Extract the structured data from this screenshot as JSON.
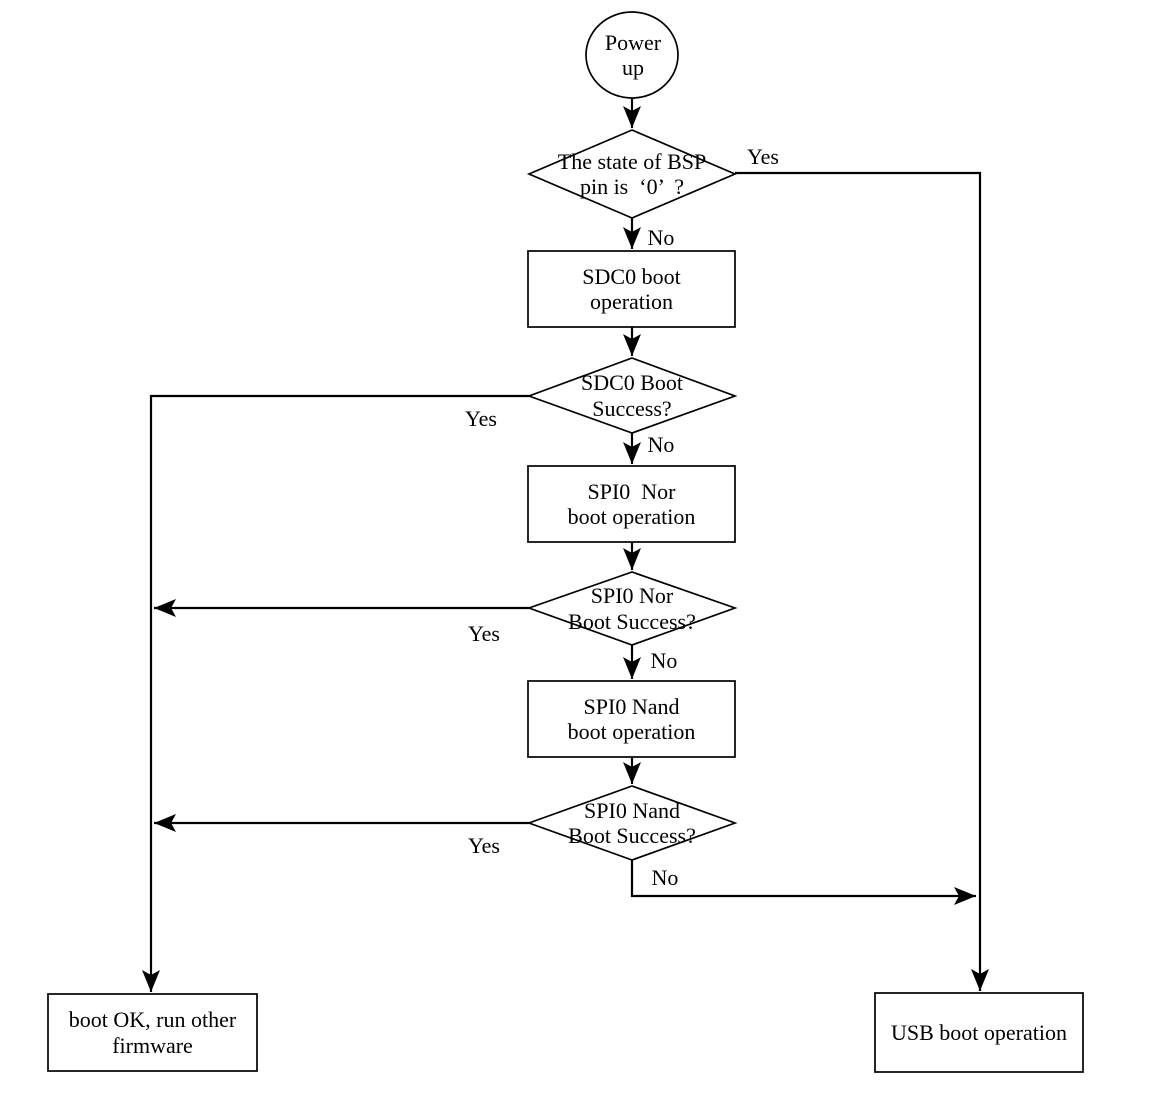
{
  "colors": {
    "background": "#ffffff",
    "line": "#000000",
    "text": "#000000"
  },
  "flowchart": {
    "nodes": [
      {
        "id": "power-up",
        "type": "start",
        "lines": [
          "Power",
          "up"
        ]
      },
      {
        "id": "bsp-pin-decision",
        "type": "decision",
        "lines": [
          "The state of BSP",
          "pin is  ‘0’  ?"
        ]
      },
      {
        "id": "sdc0-boot",
        "type": "process",
        "lines": [
          "SDC0 boot",
          "operation"
        ]
      },
      {
        "id": "sdc0-success",
        "type": "decision",
        "lines": [
          "SDC0 Boot",
          "Success?"
        ]
      },
      {
        "id": "spi0-nor-boot",
        "type": "process",
        "lines": [
          "SPI0  Nor",
          "boot operation"
        ]
      },
      {
        "id": "spi0-nor-success",
        "type": "decision",
        "lines": [
          "SPI0 Nor",
          "Boot Success?"
        ]
      },
      {
        "id": "spi0-nand-boot",
        "type": "process",
        "lines": [
          "SPI0 Nand",
          "boot operation"
        ]
      },
      {
        "id": "spi0-nand-success",
        "type": "decision",
        "lines": [
          "SPI0 Nand",
          "Boot Success?"
        ]
      },
      {
        "id": "boot-ok",
        "type": "process",
        "lines": [
          "boot OK, run other",
          "firmware"
        ]
      },
      {
        "id": "usb-boot",
        "type": "process",
        "lines": [
          "USB boot operation"
        ]
      }
    ],
    "edges": [
      {
        "from": "power-up",
        "to": "bsp-pin-decision",
        "label": ""
      },
      {
        "from": "bsp-pin-decision",
        "to": "usb-boot",
        "label": "Yes"
      },
      {
        "from": "bsp-pin-decision",
        "to": "sdc0-boot",
        "label": "No"
      },
      {
        "from": "sdc0-boot",
        "to": "sdc0-success",
        "label": ""
      },
      {
        "from": "sdc0-success",
        "to": "boot-ok",
        "label": "Yes"
      },
      {
        "from": "sdc0-success",
        "to": "spi0-nor-boot",
        "label": "No"
      },
      {
        "from": "spi0-nor-boot",
        "to": "spi0-nor-success",
        "label": ""
      },
      {
        "from": "spi0-nor-success",
        "to": "boot-ok",
        "label": "Yes"
      },
      {
        "from": "spi0-nor-success",
        "to": "spi0-nand-boot",
        "label": "No"
      },
      {
        "from": "spi0-nand-boot",
        "to": "spi0-nand-success",
        "label": ""
      },
      {
        "from": "spi0-nand-success",
        "to": "boot-ok",
        "label": "Yes"
      },
      {
        "from": "spi0-nand-success",
        "to": "usb-boot",
        "label": "No"
      }
    ]
  }
}
